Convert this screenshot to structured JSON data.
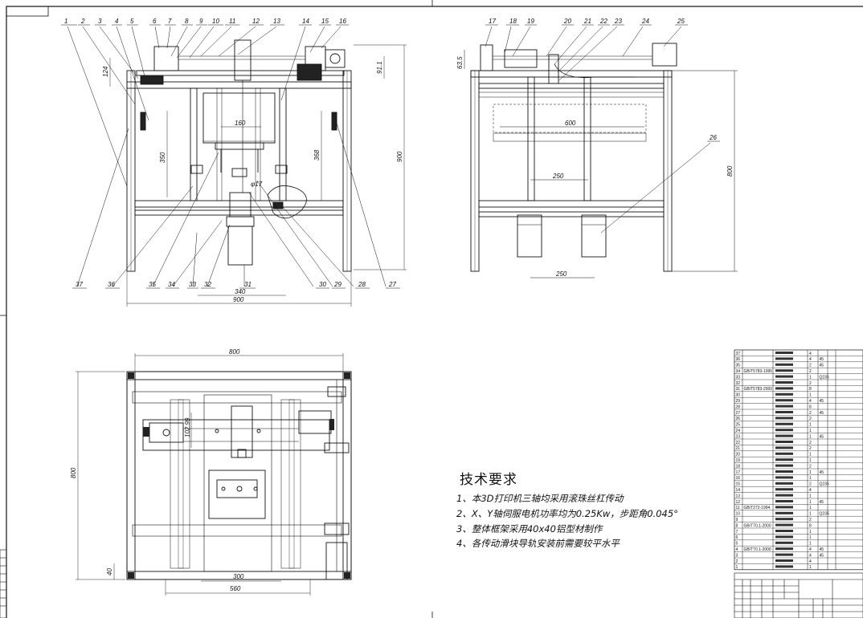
{
  "tech_requirements": {
    "title": "技术要求",
    "lines": [
      "1、本3D打印机三轴均采用滚珠丝杠传动",
      "2、X、Y轴伺服电机功率均为0.25Kw，步距角0.045°",
      "3、整体框架采用40x40铝型材制作",
      "4、各传动滑块导轨安装前需要较平水平"
    ]
  },
  "front_view": {
    "part_labels_top": [
      "1",
      "2",
      "3",
      "4",
      "5",
      "6",
      "7",
      "8",
      "9",
      "10",
      "11",
      "12",
      "13",
      "14",
      "15",
      "16"
    ],
    "part_labels_bottom": [
      "37",
      "36",
      "35",
      "34",
      "33",
      "32",
      "31",
      "30",
      "29",
      "28",
      "27"
    ],
    "dimensions": {
      "d124": "124",
      "d350": "350",
      "d160": "160",
      "d368": "368",
      "d911": "91.1",
      "d900v": "900",
      "d340": "340",
      "d900h": "900",
      "phi": "φ17"
    }
  },
  "side_view": {
    "part_labels": [
      "17",
      "18",
      "19",
      "20",
      "21",
      "22",
      "23",
      "24",
      "25",
      "26"
    ],
    "dimensions": {
      "d635": "63.5",
      "d600": "600",
      "d250a": "250",
      "d800v": "800",
      "d250b": "250"
    }
  },
  "top_view": {
    "dimensions": {
      "d800h": "800",
      "d800v": "800",
      "d10299": "102.99",
      "d40": "40",
      "d300": "300",
      "d560": "560"
    }
  },
  "bom": {
    "rows": [
      {
        "no": "37",
        "qty": "4"
      },
      {
        "no": "36",
        "qty": "4"
      },
      {
        "no": "35",
        "qty": "2"
      },
      {
        "no": "34",
        "qty": "2"
      },
      {
        "no": "33",
        "qty": "1"
      },
      {
        "no": "32",
        "qty": "2"
      },
      {
        "no": "31",
        "qty": "8"
      },
      {
        "no": "30",
        "qty": "1"
      },
      {
        "no": "29",
        "qty": "4"
      },
      {
        "no": "28",
        "qty": "8"
      },
      {
        "no": "27",
        "qty": "2"
      },
      {
        "no": "26",
        "qty": "2"
      },
      {
        "no": "25",
        "qty": "1"
      },
      {
        "no": "24",
        "qty": "1"
      },
      {
        "no": "23",
        "qty": "1"
      },
      {
        "no": "22",
        "qty": "2"
      },
      {
        "no": "21",
        "qty": "2"
      },
      {
        "no": "20",
        "qty": "1"
      },
      {
        "no": "19",
        "qty": "1"
      },
      {
        "no": "18",
        "qty": "2"
      },
      {
        "no": "17",
        "qty": "1"
      },
      {
        "no": "16",
        "qty": "1"
      },
      {
        "no": "15",
        "qty": "2"
      },
      {
        "no": "14",
        "qty": "4"
      },
      {
        "no": "13",
        "qty": "1"
      },
      {
        "no": "12",
        "qty": "1"
      },
      {
        "no": "11",
        "qty": "1"
      },
      {
        "no": "10",
        "qty": "1"
      },
      {
        "no": "9",
        "qty": "2"
      },
      {
        "no": "8",
        "qty": "8"
      },
      {
        "no": "7",
        "qty": "1"
      },
      {
        "no": "6",
        "qty": "1"
      },
      {
        "no": "5",
        "qty": "1"
      },
      {
        "no": "4",
        "qty": "4"
      },
      {
        "no": "3",
        "qty": "4"
      },
      {
        "no": "2",
        "qty": "4"
      },
      {
        "no": "1",
        "qty": "1"
      }
    ],
    "standards": {
      "34": "GB/T5783-1995",
      "31": "GB/T5783-2000",
      "11": "GB/T272-1994",
      "8": "GB/T70.1-2000",
      "4": "GB/T70.1-2000"
    },
    "materials": {
      "36": "45",
      "35": "45",
      "33": "Q235",
      "29": "45",
      "27": "45",
      "23": "45",
      "17": "45",
      "15": "Q235",
      "12": "45",
      "10": "Q235",
      "4": "45",
      "3": "45"
    }
  }
}
